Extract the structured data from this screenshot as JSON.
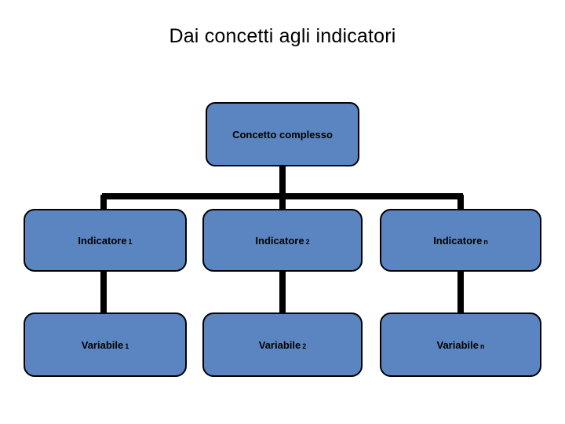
{
  "slide": {
    "title": "Dai concetti agli indicatori",
    "background_color": "#ffffff"
  },
  "theme": {
    "node_fill": "#5a85c0",
    "node_border": "#000000",
    "connector_color": "#000000",
    "text_color": "#000000"
  },
  "diagram": {
    "type": "tree",
    "root": {
      "id": "concetto-complesso",
      "label": "Concetto complesso",
      "subscript": ""
    },
    "indicators": [
      {
        "id": "indicatore-1",
        "label": "Indicatore",
        "subscript": "1"
      },
      {
        "id": "indicatore-2",
        "label": "Indicatore",
        "subscript": "2"
      },
      {
        "id": "indicatore-n",
        "label": "Indicatore",
        "subscript": "n"
      }
    ],
    "variables": [
      {
        "id": "variabile-1",
        "label": "Variabile",
        "subscript": "1"
      },
      {
        "id": "variabile-2",
        "label": "Variabile",
        "subscript": "2"
      },
      {
        "id": "variabile-n",
        "label": "Variabile",
        "subscript": "n"
      }
    ]
  }
}
